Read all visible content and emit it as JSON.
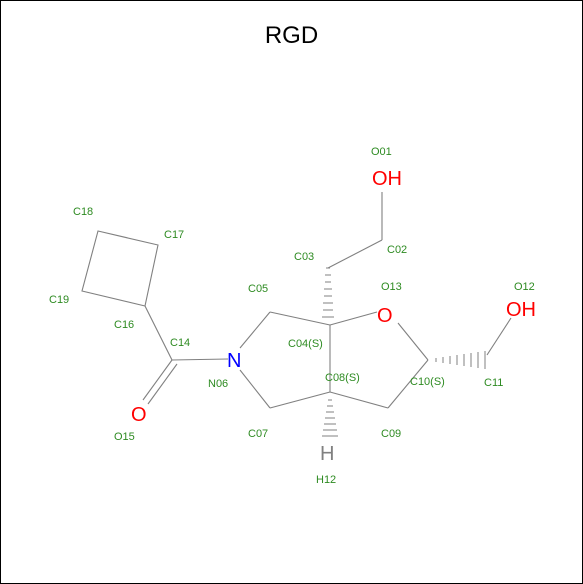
{
  "title": "RGD",
  "colors": {
    "bond": "#808080",
    "oxygen": "#ff0000",
    "nitrogen": "#0000ff",
    "hydrogen": "#808080",
    "index_label": "#2e8b22"
  },
  "atom_symbols": {
    "o01": "OH",
    "o12": "OH",
    "o13": "O",
    "n06": "N",
    "o15": "O",
    "h12": "H"
  },
  "index_labels": {
    "o01": "O01",
    "c02": "C02",
    "c03": "C03",
    "c04": "C04(S)",
    "c05": "C05",
    "n06": "N06",
    "c07": "C07",
    "c08": "C08(S)",
    "c09": "C09",
    "c10": "C10(S)",
    "c11": "C11",
    "o12": "O12",
    "o13": "O13",
    "c14": "C14",
    "o15": "O15",
    "c16": "C16",
    "c17": "C17",
    "c18": "C18",
    "c19": "C19",
    "h12": "H12"
  }
}
